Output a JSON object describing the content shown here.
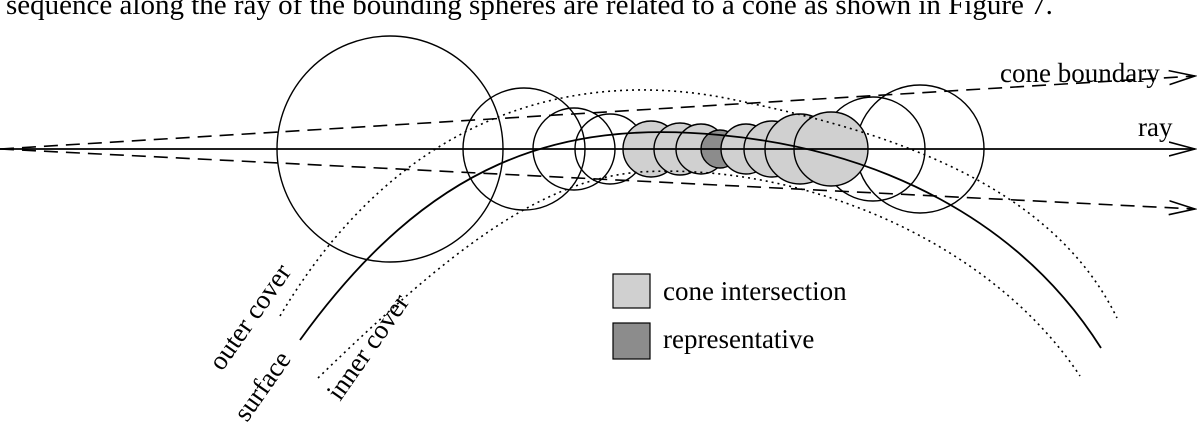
{
  "header_text": "sequence along the ray of the bounding spheres are related to a cone as shown in Figure 7.",
  "labels": {
    "cone_boundary": "cone boundary",
    "ray": "ray",
    "outer_cover": "outer cover",
    "surface": "surface",
    "inner_cover": "inner cover"
  },
  "legend": {
    "items": [
      {
        "label": "cone intersection",
        "color": "#d0d0d0"
      },
      {
        "label": "representative",
        "color": "#8c8c8c"
      }
    ]
  },
  "colors": {
    "stroke": "#000000",
    "cone_intersection": "#d0d0d0",
    "representative": "#8c8c8c",
    "sphere_empty": "#ffffff"
  },
  "spheres": [
    {
      "kind": "empty"
    },
    {
      "kind": "empty"
    },
    {
      "kind": "empty"
    },
    {
      "kind": "empty"
    },
    {
      "kind": "cone_intersection"
    },
    {
      "kind": "cone_intersection"
    },
    {
      "kind": "cone_intersection"
    },
    {
      "kind": "representative"
    },
    {
      "kind": "cone_intersection"
    },
    {
      "kind": "cone_intersection"
    },
    {
      "kind": "cone_intersection"
    },
    {
      "kind": "cone_intersection"
    },
    {
      "kind": "empty"
    },
    {
      "kind": "empty"
    }
  ]
}
